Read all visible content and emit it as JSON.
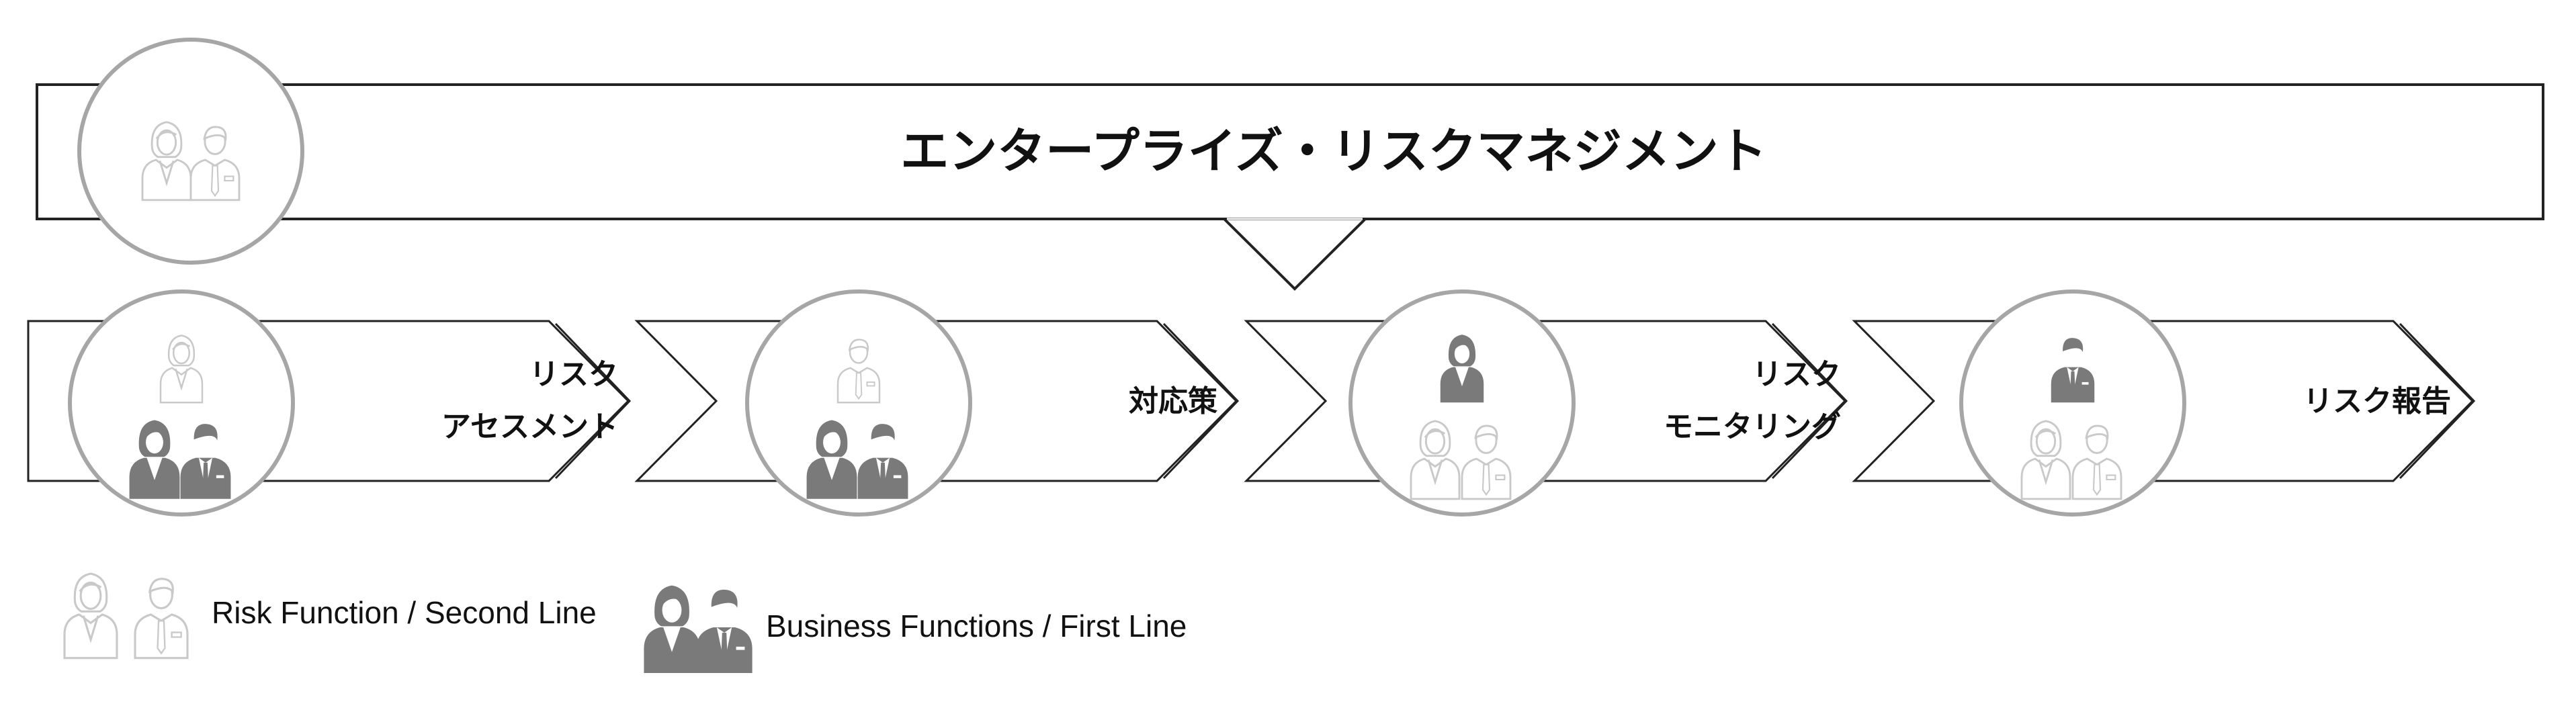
{
  "title": "エンタープライズ・リスクマネジメント",
  "steps": [
    {
      "line1": "リスク",
      "line2": "アセスメント",
      "top_group": "risk",
      "bottom_group": "business"
    },
    {
      "line1": "対応策",
      "line2": "",
      "top_group": "risk",
      "bottom_group": "business"
    },
    {
      "line1": "リスク",
      "line2": "モニタリング",
      "top_group": "business",
      "bottom_group": "risk"
    },
    {
      "line1": "リスク報告",
      "line2": "",
      "top_group": "business",
      "bottom_group": "risk"
    }
  ],
  "legend": {
    "risk": "Risk Function / Second Line",
    "business": "Business Functions / First Line"
  },
  "colors": {
    "outline": "#222222",
    "circle_stroke": "#a6a6a6",
    "risk_icon": "#c9c9c9",
    "business_icon": "#7a7a7a"
  },
  "icons": {
    "risk_person": "person-outline-icon",
    "business_person": "person-filled-icon"
  }
}
